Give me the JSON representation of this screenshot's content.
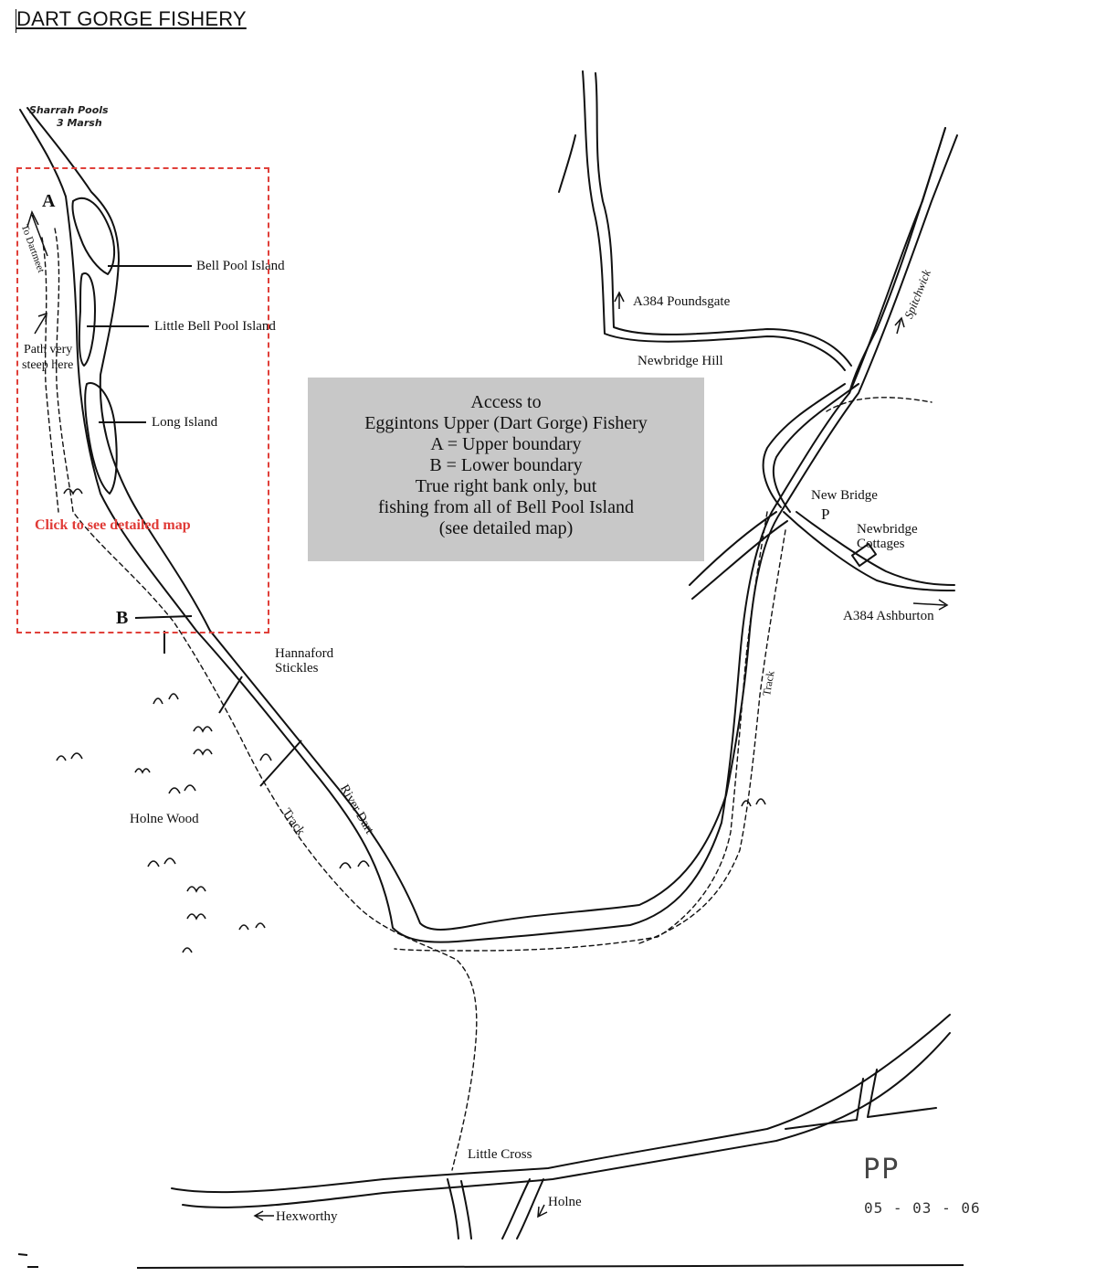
{
  "page": {
    "title": "DART GORGE FISHERY"
  },
  "link": {
    "detailed_map": "Click to see detailed map"
  },
  "info": {
    "lines": [
      "Access to",
      "Eggintons Upper (Dart Gorge) Fishery",
      "A = Upper boundary",
      "B = Lower boundary",
      "True right bank only, but",
      "fishing from all of Bell Pool Island",
      "(see detailed map)"
    ]
  },
  "labels": {
    "sharrah_pools": "Sharrah Pools",
    "sharrah_sub": "3 Marsh",
    "to_dartmeet": "To Dartmeet",
    "marker_a": "A",
    "marker_b": "B",
    "bell_pool_island": "Bell Pool Island",
    "little_bell_pool_island": "Little Bell Pool Island",
    "path_steep_line1": "Path very",
    "path_steep_line2": "steep here",
    "long_island": "Long Island",
    "hannaford_line1": "Hannaford",
    "hannaford_line2": "Stickles",
    "holne_wood": "Holne Wood",
    "track_left": "Track",
    "river_dart": "River Dart",
    "a384_poundsgate": "A384 Poundsgate",
    "newbridge_hill": "Newbridge Hill",
    "spitchwick": "Spitchwick",
    "new_bridge": "New Bridge",
    "parking": "P",
    "newbridge_line1": "Newbridge",
    "newbridge_line2": "Cottages",
    "a384_ashburton": "A384  Ashburton",
    "track_right": "Track",
    "little_cross": "Little Cross",
    "holne": "Holne",
    "hexworthy": "Hexworthy"
  },
  "signature": {
    "initials": "PP",
    "date": "05 - 03 - 06"
  },
  "colors": {
    "link_red": "#e03a36",
    "info_bg": "#c8c8c8",
    "ink": "#111111"
  }
}
